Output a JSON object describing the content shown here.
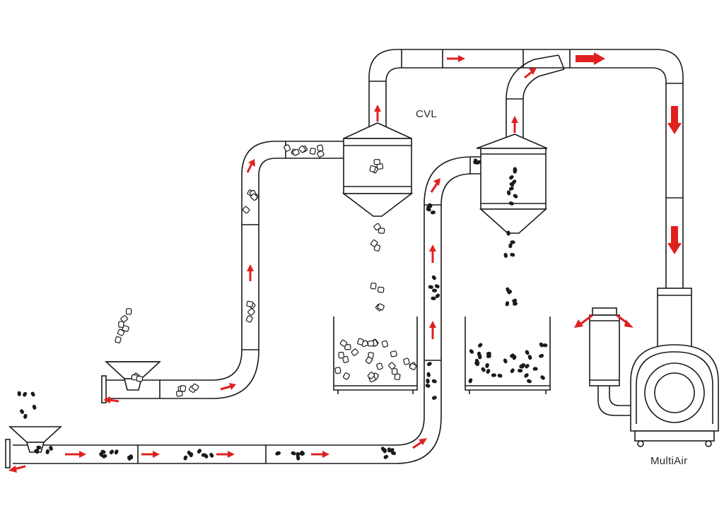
{
  "labels": {
    "cvl": "CVL",
    "multiair": "MultiAir"
  },
  "colors": {
    "flow_arrow": "#e02020",
    "line": "#1a1a1a",
    "background": "#ffffff"
  },
  "components": [
    "upper-feed-hopper",
    "lower-feed-hopper",
    "cvl-receiver",
    "second-receiver",
    "left-collection-bin",
    "right-collection-bin",
    "multiair-blower",
    "exhaust-filter"
  ]
}
